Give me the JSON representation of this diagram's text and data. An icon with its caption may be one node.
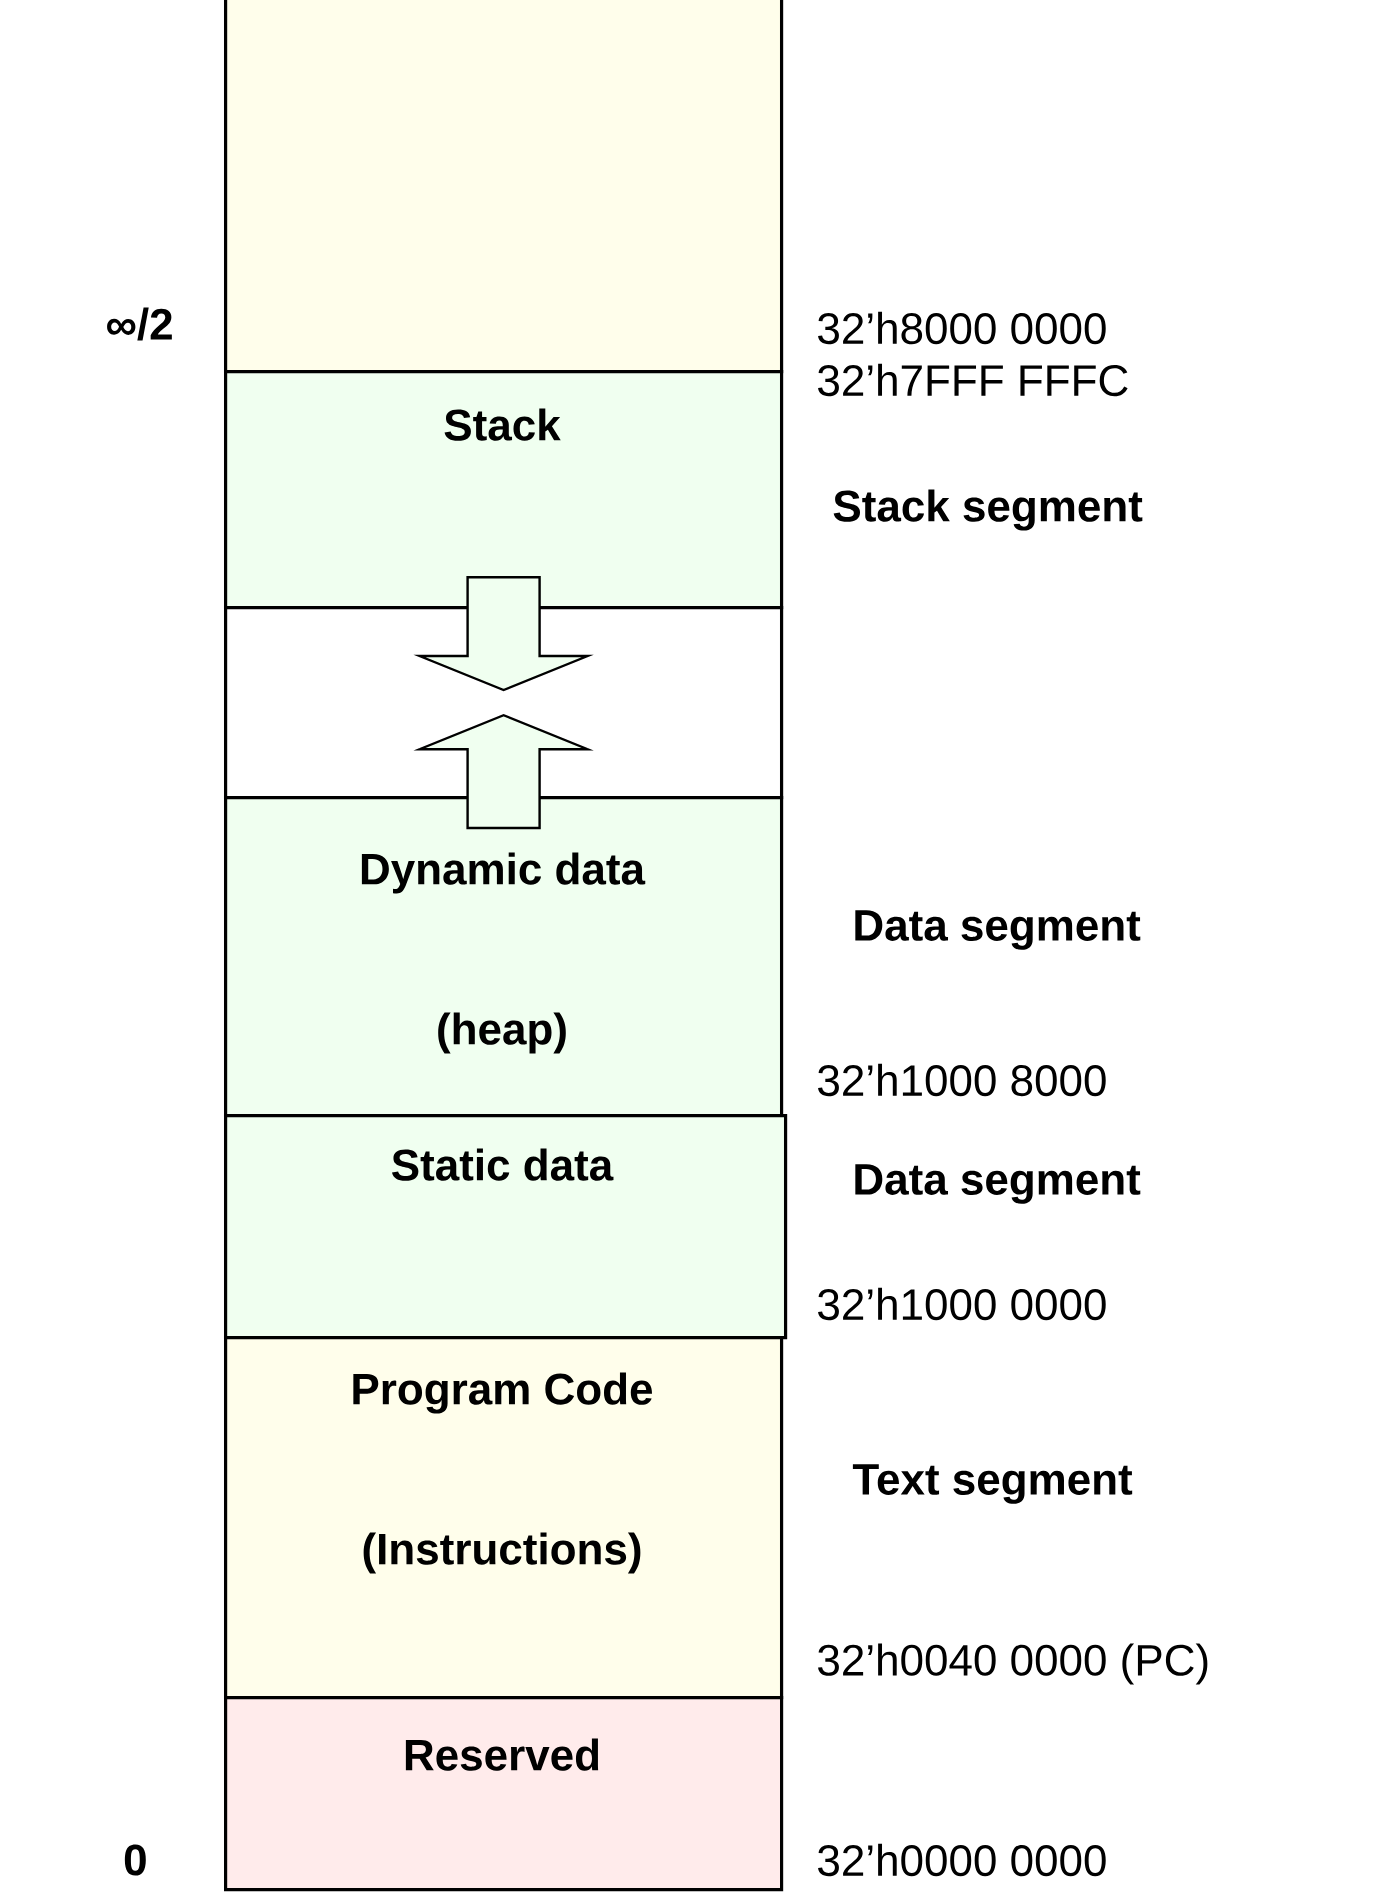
{
  "diagram": {
    "nodes": [
      {
        "text": [],
        "shape": "box"
      },
      {
        "text": [
          "Stack"
        ]
      },
      {
        "text": [],
        "shape": "box"
      },
      {
        "text": [
          "Dynamic data",
          "(heap)"
        ]
      },
      {
        "text": [
          "Static data"
        ]
      },
      {
        "text": [
          "Program Code",
          "(Instructions)"
        ]
      },
      {
        "text": [
          "Reserved"
        ]
      }
    ],
    "edges": [
      {
        "from": 1,
        "to": 2,
        "arrow": "to"
      },
      {
        "from": 3,
        "to": 2,
        "arrow": "to"
      }
    ],
    "labels": [
      "∞/2",
      "32’h8000 0000",
      "32’h7FFF FFFC",
      "Stack segment",
      "Data segment",
      "32’h1000 8000",
      "Data segment",
      "32’h1000 0000",
      "Text segment",
      "32’h0040 0000 (PC)",
      "0",
      "32’h0000 0000"
    ]
  }
}
